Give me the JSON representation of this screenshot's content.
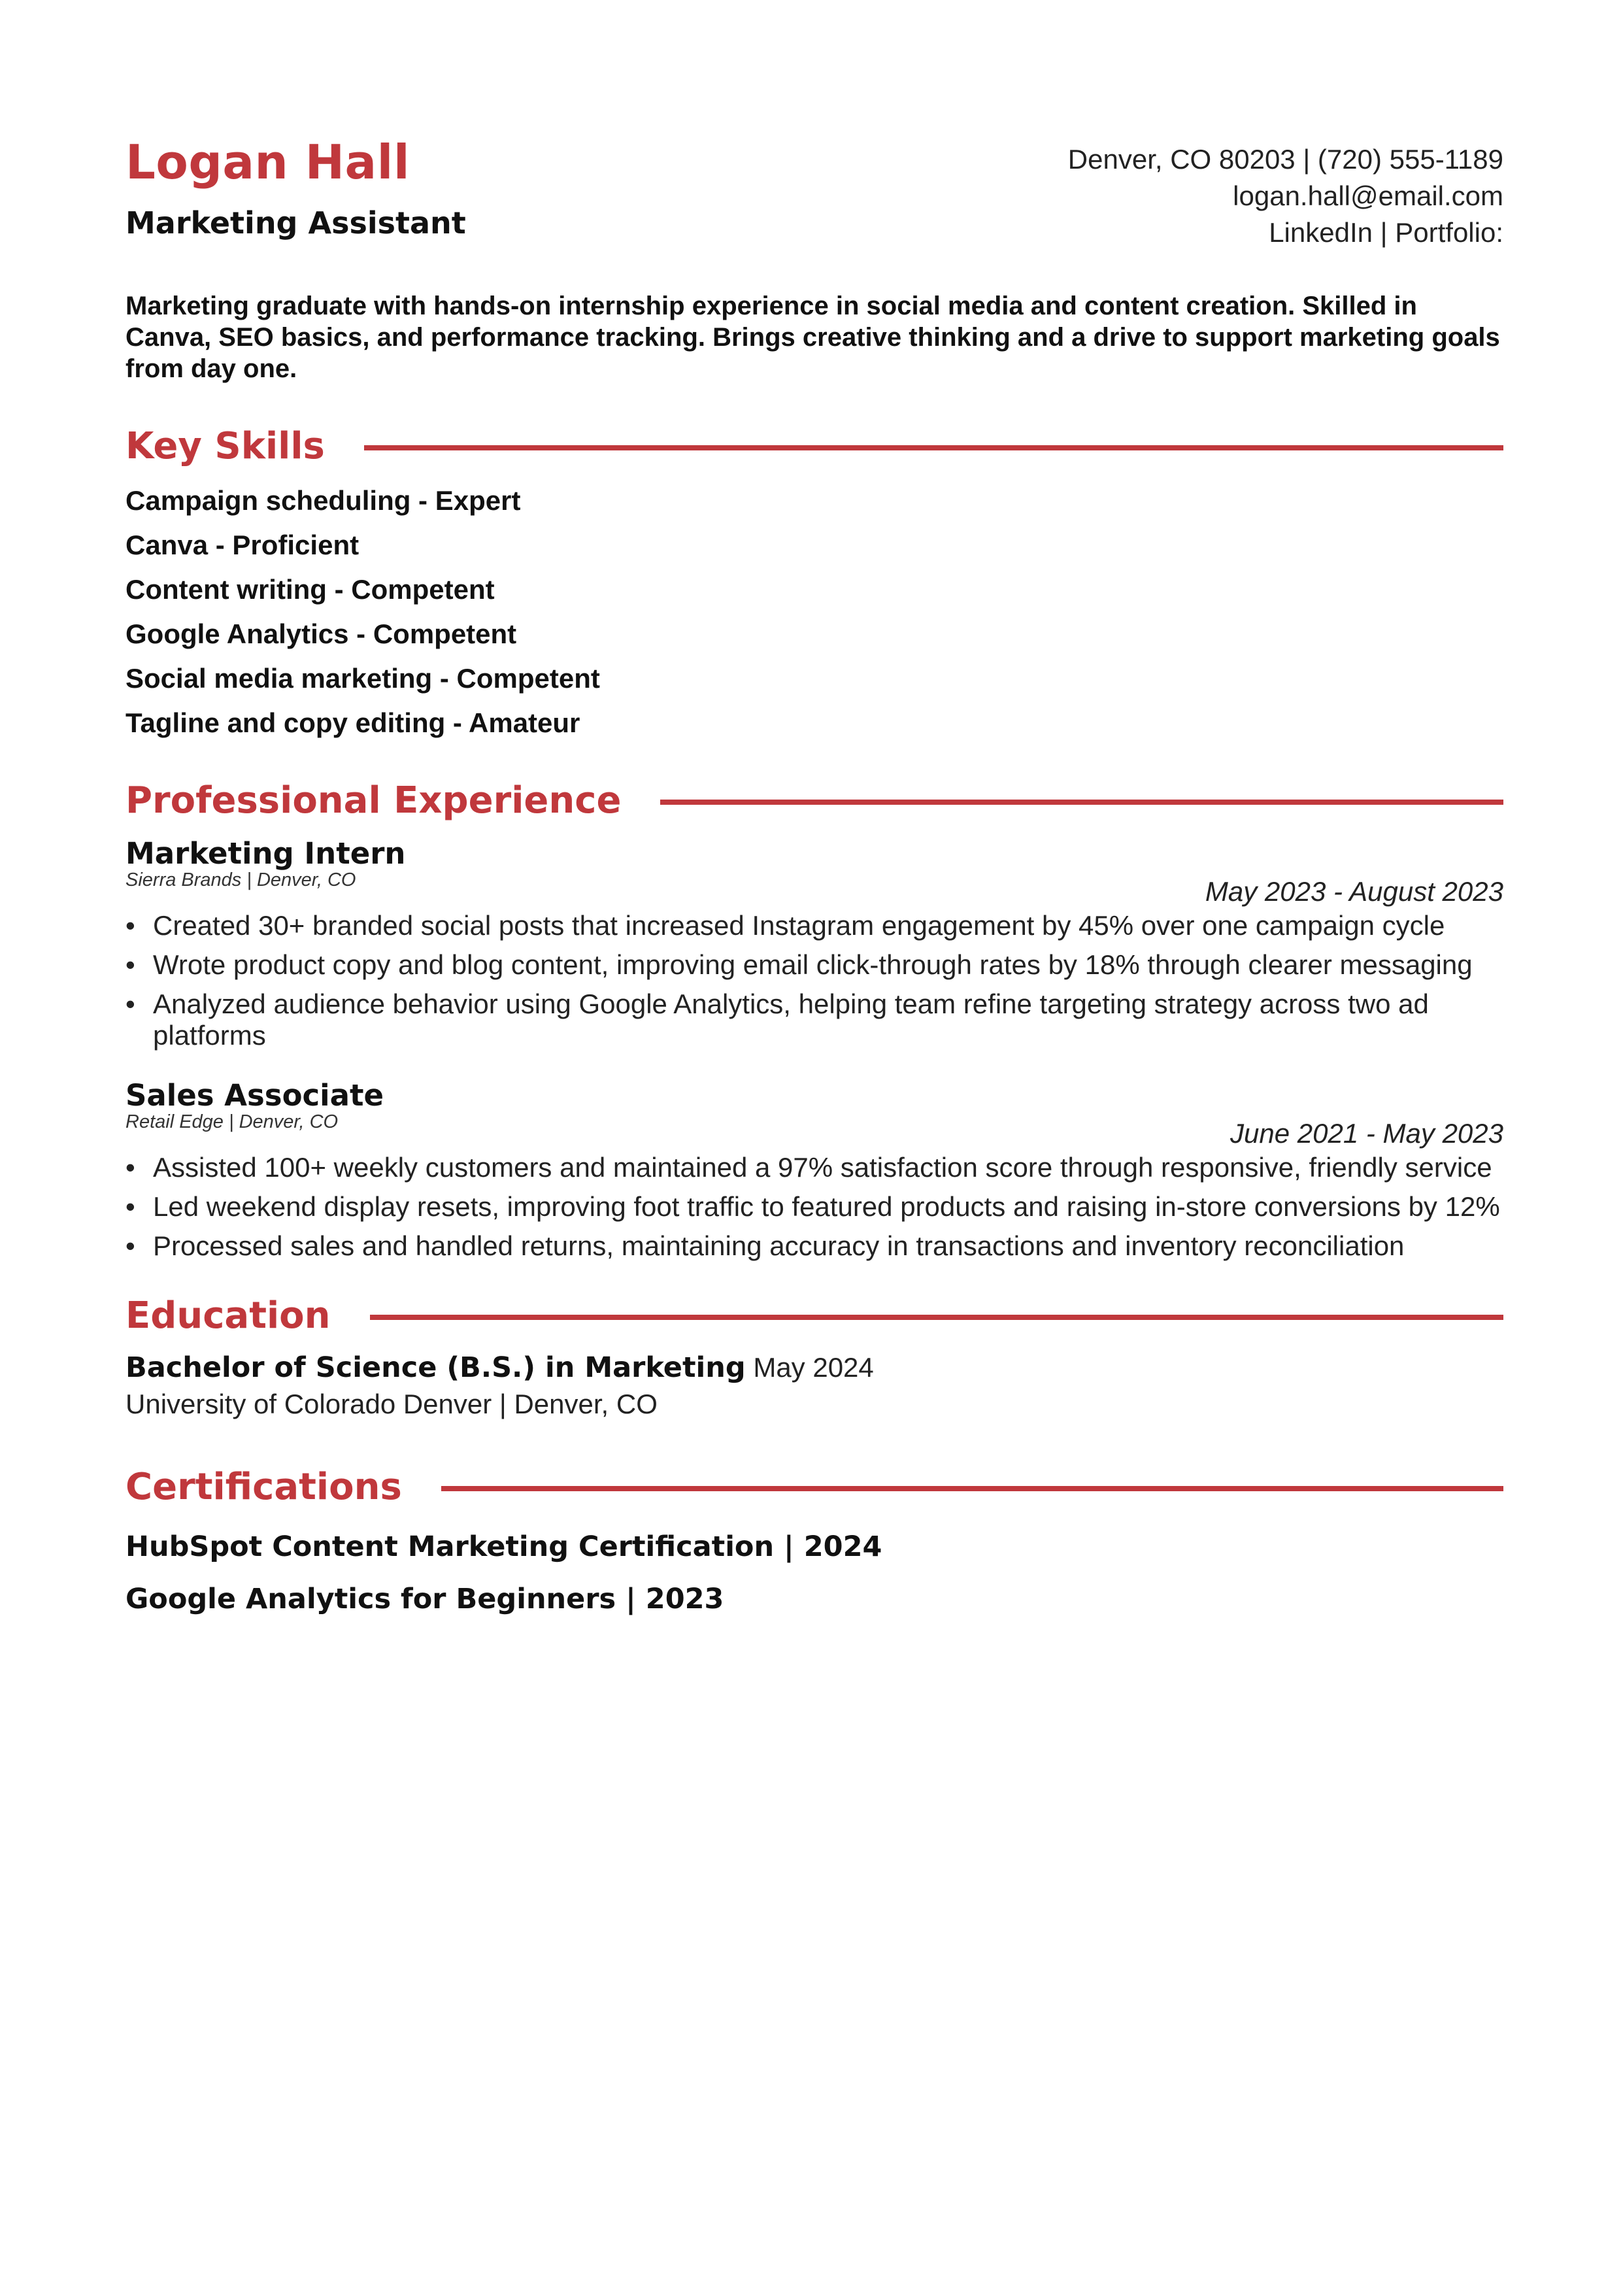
{
  "header": {
    "name": "Logan Hall",
    "title": "Marketing Assistant",
    "contact": {
      "location_phone": "Denver, CO 80203 | (720) 555-1189",
      "email": "logan.hall@email.com",
      "links": "LinkedIn | Portfolio:"
    }
  },
  "summary": "Marketing graduate with hands-on internship experience in social media and content creation. Skilled in Canva, SEO basics, and performance tracking. Brings creative thinking and a drive to support marketing goals from day one.",
  "skills": {
    "heading": "Key Skills",
    "items": [
      "Campaign scheduling - Expert",
      "Canva - Proficient",
      "Content writing - Competent",
      "Google Analytics - Competent",
      "Social media marketing - Competent",
      "Tagline and copy editing - Amateur"
    ]
  },
  "experience": {
    "heading": "Professional Experience",
    "jobs": [
      {
        "role": "Marketing Intern",
        "company": "Sierra Brands | Denver, CO",
        "dates": "May 2023 - August 2023",
        "bullets": [
          "Created 30+ branded social posts that increased Instagram engagement by 45% over one campaign cycle",
          "Wrote product copy and blog content, improving email click-through rates by 18% through clearer messaging",
          "Analyzed audience behavior using Google Analytics, helping team refine targeting strategy across two ad platforms"
        ]
      },
      {
        "role": "Sales Associate",
        "company": "Retail Edge | Denver, CO",
        "dates": "June 2021 - May 2023",
        "bullets": [
          "Assisted 100+ weekly customers and maintained a 97% satisfaction score through responsive, friendly service",
          "Led weekend display resets, improving foot traffic to featured products and raising in-store conversions by 12%",
          "Processed sales and handled returns, maintaining accuracy in transactions and inventory reconciliation"
        ]
      }
    ]
  },
  "education": {
    "heading": "Education",
    "degree": "Bachelor of Science (B.S.) in Marketing",
    "date": "May 2024",
    "school": "University of Colorado Denver | Denver, CO"
  },
  "certifications": {
    "heading": "Certifications",
    "items": [
      "HubSpot Content Marketing Certification | 2024",
      "Google Analytics for Beginners | 2023"
    ]
  },
  "colors": {
    "accent": "#c0383c",
    "text": "#111111"
  }
}
